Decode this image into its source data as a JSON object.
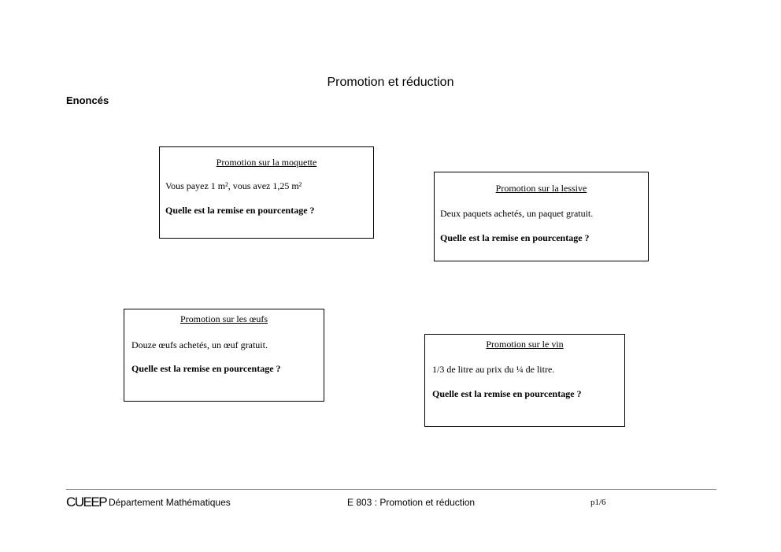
{
  "document": {
    "title": "Promotion et réduction",
    "section_heading": "Enoncés"
  },
  "exercises": [
    {
      "title": "Promotion sur la moquette",
      "statement": "Vous payez 1 m², vous avez 1,25 m²",
      "question": "Quelle est la remise en pourcentage ?"
    },
    {
      "title": "Promotion sur la lessive",
      "statement": "Deux paquets achetés, un paquet gratuit.",
      "question": "Quelle est la remise en pourcentage ?"
    },
    {
      "title": "Promotion sur les œufs",
      "statement": "Douze œufs achetés, un œuf gratuit.",
      "question": "Quelle est la remise en pourcentage ?"
    },
    {
      "title": "Promotion sur le vin",
      "statement": "1/3 de litre au prix du ¼ de litre.",
      "question": "Quelle est la remise en pourcentage ?"
    }
  ],
  "footer": {
    "logo": "CUEEP",
    "department": "Département Mathématiques",
    "code": "E 803 : Promotion et réduction",
    "page": "p1/6"
  }
}
